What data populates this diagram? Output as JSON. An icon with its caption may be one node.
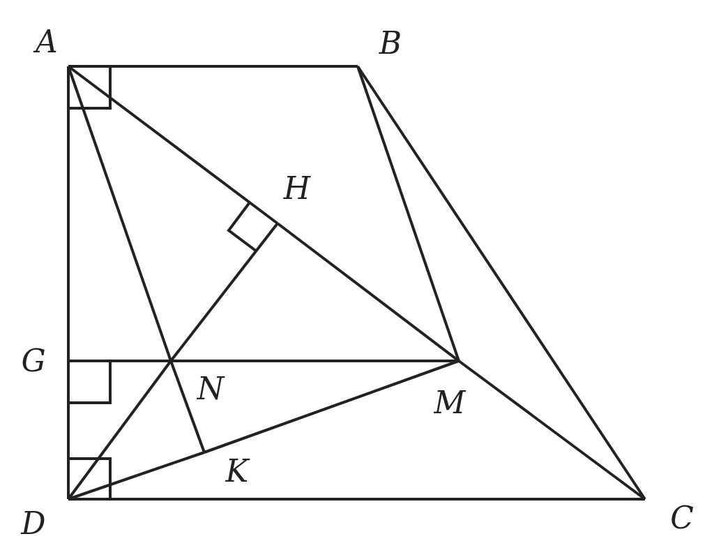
{
  "diagram": {
    "nodes": [
      {
        "text": [
          "A"
        ]
      },
      {
        "text": [
          "B"
        ]
      },
      {
        "text": [
          "H"
        ]
      },
      {
        "text": [
          "G"
        ]
      },
      {
        "text": [
          "N"
        ]
      },
      {
        "text": [
          "M"
        ]
      },
      {
        "text": [
          "K"
        ]
      },
      {
        "text": [
          "D"
        ]
      },
      {
        "text": [
          "C"
        ]
      }
    ],
    "edges": [
      {
        "from": 0,
        "to": 1,
        "arrow": "none"
      },
      {
        "from": 0,
        "to": 3,
        "arrow": "none"
      },
      {
        "from": 3,
        "to": 7,
        "arrow": "none"
      },
      {
        "from": 1,
        "to": 8,
        "arrow": "none"
      },
      {
        "from": 7,
        "to": 8,
        "arrow": "none"
      },
      {
        "from": 0,
        "to": 2,
        "arrow": "none"
      },
      {
        "from": 2,
        "to": 5,
        "arrow": "none"
      },
      {
        "from": 1,
        "to": 5,
        "arrow": "none"
      },
      {
        "from": 5,
        "to": 8,
        "arrow": "none"
      },
      {
        "from": 3,
        "to": 4,
        "arrow": "none"
      },
      {
        "from": 4,
        "to": 5,
        "arrow": "none"
      },
      {
        "from": 0,
        "to": 4,
        "arrow": "none"
      },
      {
        "from": 4,
        "to": 6,
        "arrow": "none"
      },
      {
        "from": 7,
        "to": 4,
        "arrow": "none"
      },
      {
        "from": 4,
        "to": 2,
        "arrow": "none"
      },
      {
        "from": 7,
        "to": 6,
        "arrow": "none"
      },
      {
        "from": 6,
        "to": 5,
        "arrow": "none"
      }
    ]
  }
}
